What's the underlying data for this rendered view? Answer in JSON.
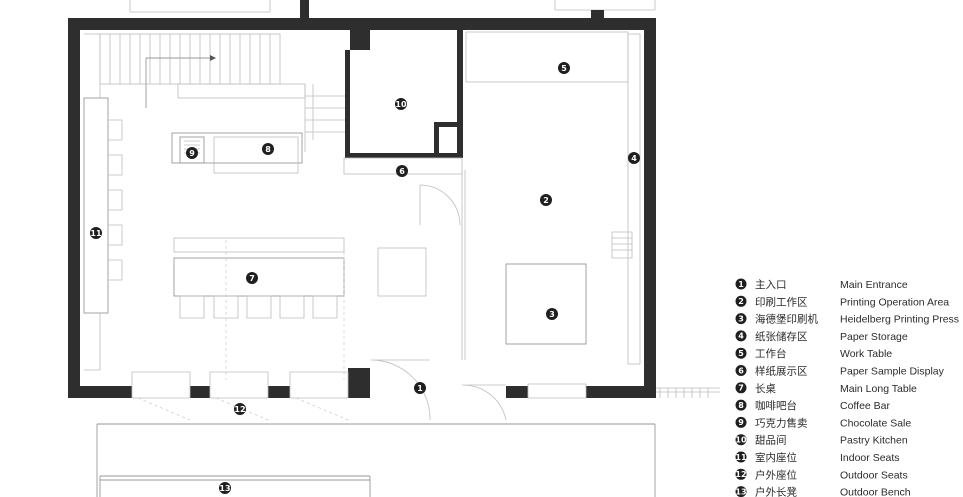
{
  "colors": {
    "wall": "#2e2e2e",
    "marker": "#1f1f1f",
    "line": "#bdbdbd",
    "text": "#2b2b2b"
  },
  "marker_icon": "filled-circle-number",
  "legend": [
    {
      "num": "1",
      "zh": "主入口",
      "en": "Main Entrance"
    },
    {
      "num": "2",
      "zh": "印刷工作区",
      "en": "Printing Operation Area"
    },
    {
      "num": "3",
      "zh": "海德堡印刷机",
      "en": "Heidelberg Printing Press"
    },
    {
      "num": "4",
      "zh": "纸张储存区",
      "en": "Paper Storage"
    },
    {
      "num": "5",
      "zh": "工作台",
      "en": "Work Table"
    },
    {
      "num": "6",
      "zh": "样纸展示区",
      "en": "Paper Sample Display"
    },
    {
      "num": "7",
      "zh": "长桌",
      "en": "Main Long Table"
    },
    {
      "num": "8",
      "zh": "咖啡吧台",
      "en": "Coffee Bar"
    },
    {
      "num": "9",
      "zh": "巧克力售卖",
      "en": "Chocolate Sale"
    },
    {
      "num": "10",
      "zh": "甜品间",
      "en": "Pastry Kitchen"
    },
    {
      "num": "11",
      "zh": "室内座位",
      "en": "Indoor Seats"
    },
    {
      "num": "12",
      "zh": "户外座位",
      "en": "Outdoor Seats"
    },
    {
      "num": "13",
      "zh": "户外长凳",
      "en": "Outdoor Bench"
    }
  ],
  "plan_markers": [
    "1",
    "2",
    "3",
    "4",
    "5",
    "6",
    "7",
    "8",
    "9",
    "10",
    "11",
    "12",
    "13"
  ]
}
